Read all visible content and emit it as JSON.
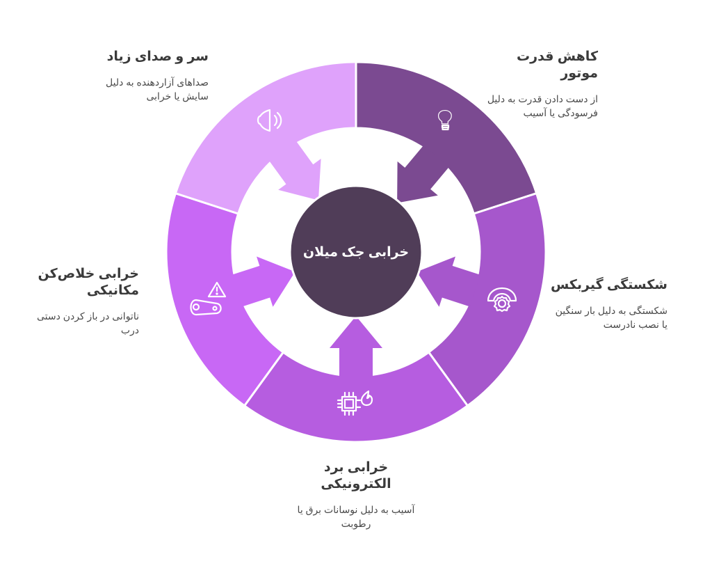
{
  "diagram": {
    "center": {
      "label": "خرابی جک میلان",
      "color": "#503D58"
    },
    "segments": [
      {
        "id": "motor-power",
        "title": "کاهش قدرت موتور",
        "description_lines": [
          "از دست دادن قدرت به دلیل",
          "فرسودگی یا آسیب"
        ],
        "icon": "lightbulb-icon",
        "color": "#7B4A91"
      },
      {
        "id": "gearbox",
        "title": "شکستگی گیربکس",
        "description_lines": [
          "شکستگی به دلیل بار سنگین",
          "یا نصب نادرست"
        ],
        "icon": "gear-saw-icon",
        "color": "#A657CC"
      },
      {
        "id": "electronic-board",
        "title_lines": [
          "خرابی برد",
          "الکترونیکی"
        ],
        "description_lines": [
          "آسیب به دلیل نوسانات برق یا",
          "رطوبت"
        ],
        "icon": "chip-fire-icon",
        "color": "#B65DE0"
      },
      {
        "id": "mechanical-release",
        "title_lines": [
          "خرابی خلاص‌کن",
          "مکانیکی"
        ],
        "description_lines": [
          "ناتوانی در باز کردن دستی",
          "درب"
        ],
        "icon": "chain-warning-icon",
        "color": "#C868F5"
      },
      {
        "id": "noise",
        "title": "سر و صدای زیاد",
        "description_lines": [
          "صداهای آزاردهنده به دلیل",
          "سایش یا خرابی"
        ],
        "icon": "speaker-icon",
        "color": "#DFA2FB"
      }
    ]
  }
}
